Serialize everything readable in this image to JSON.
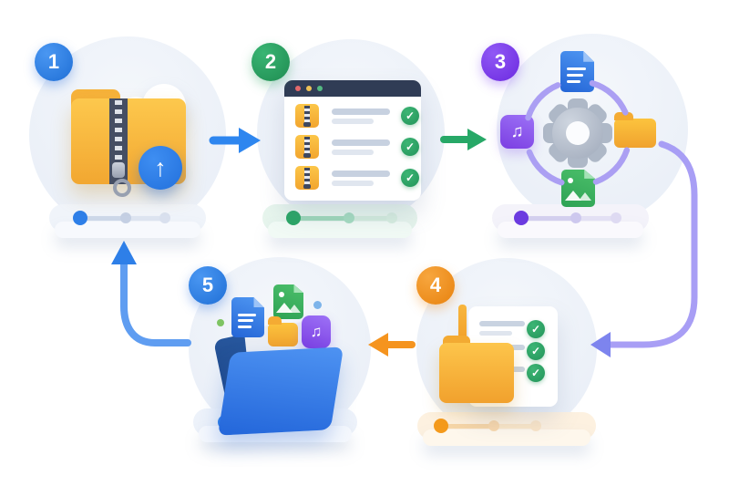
{
  "glyphs": {
    "check": "✓",
    "music": "♫",
    "upload_arrow": "↑"
  },
  "steps": [
    {
      "number": "1",
      "badge_color": "#2b7de3",
      "icon": "zip-folder-upload-cloud",
      "progress": {
        "dots": 3,
        "active": 1,
        "color": "#2e7fe8"
      }
    },
    {
      "number": "2",
      "badge_color": "#2aa361",
      "icon": "browser-zip-list-verified",
      "progress": {
        "dots": 3,
        "active": 1,
        "color": "#2ba666"
      }
    },
    {
      "number": "3",
      "badge_color": "#7c3ef0",
      "icon": "gear-processing-file-types",
      "progress": {
        "dots": 3,
        "active": 1,
        "color": "#6b3be0"
      }
    },
    {
      "number": "4",
      "badge_color": "#f08c1e",
      "icon": "folder-checklist",
      "progress": {
        "dots": 3,
        "active": 1,
        "color": "#f49a1c"
      }
    },
    {
      "number": "5",
      "badge_color": "#2b7de3",
      "icon": "open-folder-extracted-files",
      "progress": {
        "dots": 3,
        "active": 1,
        "color": "#2e7fe8"
      }
    }
  ],
  "arrows": [
    {
      "from": "1",
      "to": "2",
      "color": "#2e86ef",
      "shape": "straight-right"
    },
    {
      "from": "2",
      "to": "3",
      "color": "#27a867",
      "shape": "straight-right"
    },
    {
      "from": "3",
      "to": "4",
      "color": "#a89ef5",
      "shape": "curve-down-left"
    },
    {
      "from": "4",
      "to": "5",
      "color": "#f5941f",
      "shape": "straight-left"
    },
    {
      "from": "5",
      "to": "1",
      "color": "#5f9df1",
      "shape": "curve-up"
    }
  ],
  "window": {
    "traffic_lights": [
      "#e4696b",
      "#eec257",
      "#54b982"
    ],
    "rows": 3
  },
  "checklist": {
    "rows": 3
  }
}
